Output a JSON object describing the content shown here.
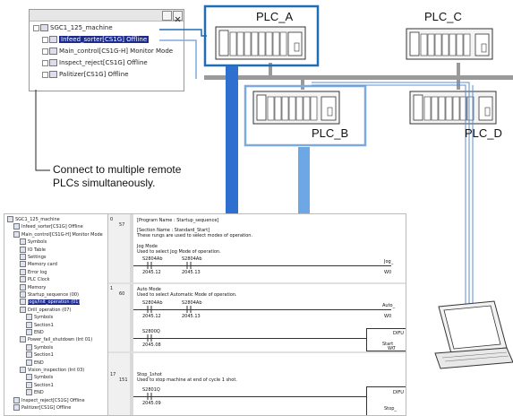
{
  "plcs": [
    {
      "id": "plc-a",
      "label": "PLC_A"
    },
    {
      "id": "plc-c",
      "label": "PLC_C"
    },
    {
      "id": "plc-b",
      "label": "PLC_B"
    },
    {
      "id": "plc-d",
      "label": "PLC_D"
    }
  ],
  "tree_window": {
    "items": [
      {
        "label": "SGC1_125_machine",
        "selected": false
      },
      {
        "label": "Infeed_sorter[CS1G] Offline",
        "selected": true
      },
      {
        "label": "Main_control[CS1G-H] Monitor Mode",
        "selected": false
      },
      {
        "label": "Inspect_reject[CS1G] Offline",
        "selected": false
      },
      {
        "label": "Palitizer[CS1G] Offline",
        "selected": false
      }
    ]
  },
  "caption": {
    "line1": "Connect to multiple remote",
    "line2": "PLCs simultaneously."
  },
  "project_tree": {
    "items": [
      "SGC1_125_machine",
      "Infeed_sorter[CS1G] Offline",
      "Main_control[CS1G-H] Monitor Mode",
      "Symbols",
      "IO Table",
      "Settings",
      "Memory card",
      "Error log",
      "PLC Clock",
      "Memory",
      "Startup_sequence (00)",
      "Jogs/Init_operation (01)",
      "Drill_operation (07)",
      "Symbols",
      "Section1",
      "END",
      "Power_fail_shutdown (Int 01)",
      "Symbols",
      "Section1",
      "END",
      "Vision_inspection (Int 03)",
      "Symbols",
      "Section1",
      "END",
      "Inspect_reject[CS1G] Offline",
      "Palitizer[CS1G] Offline"
    ]
  },
  "ladder": {
    "rung_numbers": [
      {
        "left": "0",
        "right": "57"
      },
      {
        "left": "1",
        "right": "60"
      },
      {
        "left": "17",
        "right": "151"
      }
    ],
    "program_name": "[Program Name : Startup_sequence]",
    "section_name": "[Section Name : Standard_Start]",
    "section_desc": "These rungs are used to select modes of operation.",
    "jog_title": "Jog Mode",
    "jog_desc": "Used to select Jog Mode of operation.",
    "jog_contacts": [
      "S2804Ab",
      "S2804Ab"
    ],
    "jog_addrs": [
      "2045.12",
      "2045.13"
    ],
    "jog_out": "Jog_",
    "jog_out_addr": "W0",
    "auto_title": "Auto Mode",
    "auto_desc": "Used to select Automatic Mode of operation.",
    "auto_contacts": [
      "S2804Ab",
      "S2804Ab"
    ],
    "auto_addrs": [
      "2045.12",
      "2045.13"
    ],
    "auto_out": "Auto_",
    "auto_out_addr": "W0",
    "mid_contact": "S2800Q",
    "mid_addr": "2045.08",
    "mid_out": "DIFU",
    "mid_out2": "Start_",
    "mid_out2_addr": "W0",
    "stop_title": "Stop_1shot",
    "stop_desc": "Used to stop machine at end of cycle 1 shot.",
    "stop_contact": "S2801Q",
    "stop_addr": "2045.09",
    "stop_out": "DIFU",
    "stop_out2": "Stop_"
  },
  "colors": {
    "arrow_blue": "#2f6fd0",
    "arrow_light_blue": "#6ea7e6",
    "plc_a_frame": "#1f6db3",
    "plc_b_frame": "#7ea9dc",
    "network_bar": "#9a9a9a",
    "cable": "#5b8fd0"
  }
}
